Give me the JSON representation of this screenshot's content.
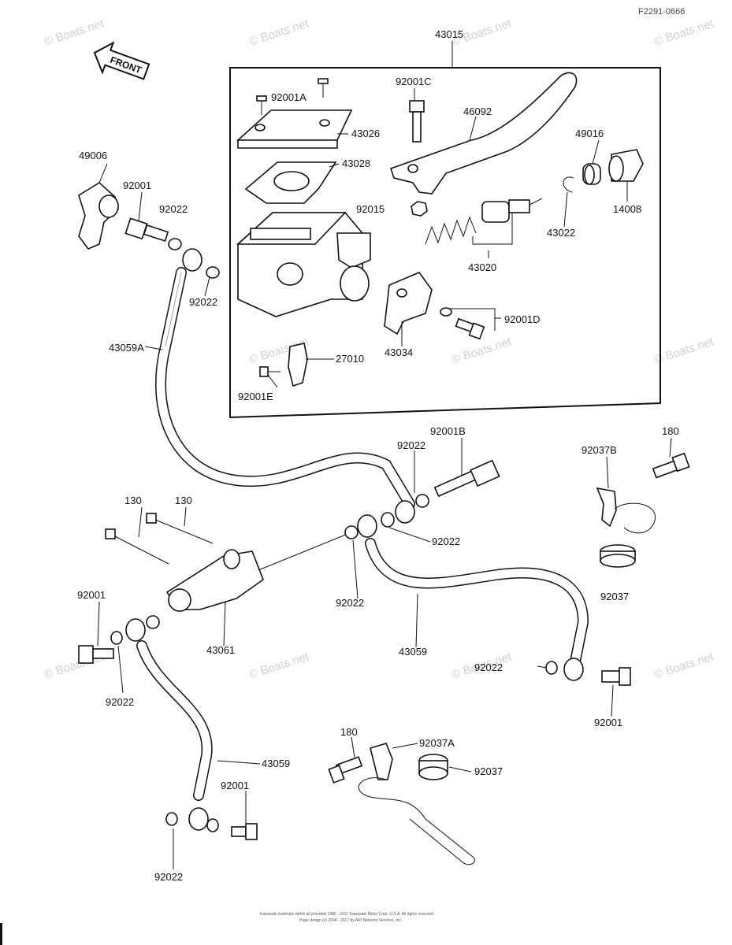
{
  "figure_code": "F2291-0666",
  "front_label": "FRONT",
  "watermark": "© Boats.net",
  "footer": [
    "Kawasaki materials within all provided 1986 - 2017  Kawasaki Motor Corp. U.S.A.  All rights reserved.",
    "Page design (c) 2004 - 2017 by ARI Network Services, Inc."
  ],
  "parts": [
    {
      "id": "p43015",
      "label": "43015"
    },
    {
      "id": "p92001C",
      "label": "92001C"
    },
    {
      "id": "p92001A",
      "label": "92001A"
    },
    {
      "id": "p46092",
      "label": "46092"
    },
    {
      "id": "p43026",
      "label": "43026"
    },
    {
      "id": "p43028",
      "label": "43028"
    },
    {
      "id": "p49016",
      "label": "49016"
    },
    {
      "id": "p49006",
      "label": "49006"
    },
    {
      "id": "p92001_top",
      "label": "92001"
    },
    {
      "id": "p92022_a",
      "label": "92022"
    },
    {
      "id": "p92015",
      "label": "92015"
    },
    {
      "id": "p43022",
      "label": "43022"
    },
    {
      "id": "p14008",
      "label": "14008"
    },
    {
      "id": "p43020",
      "label": "43020"
    },
    {
      "id": "p92022_b",
      "label": "92022"
    },
    {
      "id": "p92001D",
      "label": "92001D"
    },
    {
      "id": "p43059A",
      "label": "43059A"
    },
    {
      "id": "p43034",
      "label": "43034"
    },
    {
      "id": "p27010",
      "label": "27010"
    },
    {
      "id": "p92001E",
      "label": "92001E"
    },
    {
      "id": "p92001B",
      "label": "92001B"
    },
    {
      "id": "p92022_c",
      "label": "92022"
    },
    {
      "id": "p180_a",
      "label": "180"
    },
    {
      "id": "p92037B",
      "label": "92037B"
    },
    {
      "id": "p130_a",
      "label": "130"
    },
    {
      "id": "p130_b",
      "label": "130"
    },
    {
      "id": "p92022_d",
      "label": "92022"
    },
    {
      "id": "p92037_a",
      "label": "92037"
    },
    {
      "id": "p92001_mid",
      "label": "92001"
    },
    {
      "id": "p92022_e",
      "label": "92022"
    },
    {
      "id": "p43061",
      "label": "43061"
    },
    {
      "id": "p43059_a",
      "label": "43059"
    },
    {
      "id": "p92022_f",
      "label": "92022"
    },
    {
      "id": "p92022_g",
      "label": "92022"
    },
    {
      "id": "p92001_right",
      "label": "92001"
    },
    {
      "id": "p180_b",
      "label": "180"
    },
    {
      "id": "p92037A",
      "label": "92037A"
    },
    {
      "id": "p43059_b",
      "label": "43059"
    },
    {
      "id": "p92037_b",
      "label": "92037"
    },
    {
      "id": "p92001_bottom",
      "label": "92001"
    },
    {
      "id": "p92022_h",
      "label": "92022"
    }
  ]
}
